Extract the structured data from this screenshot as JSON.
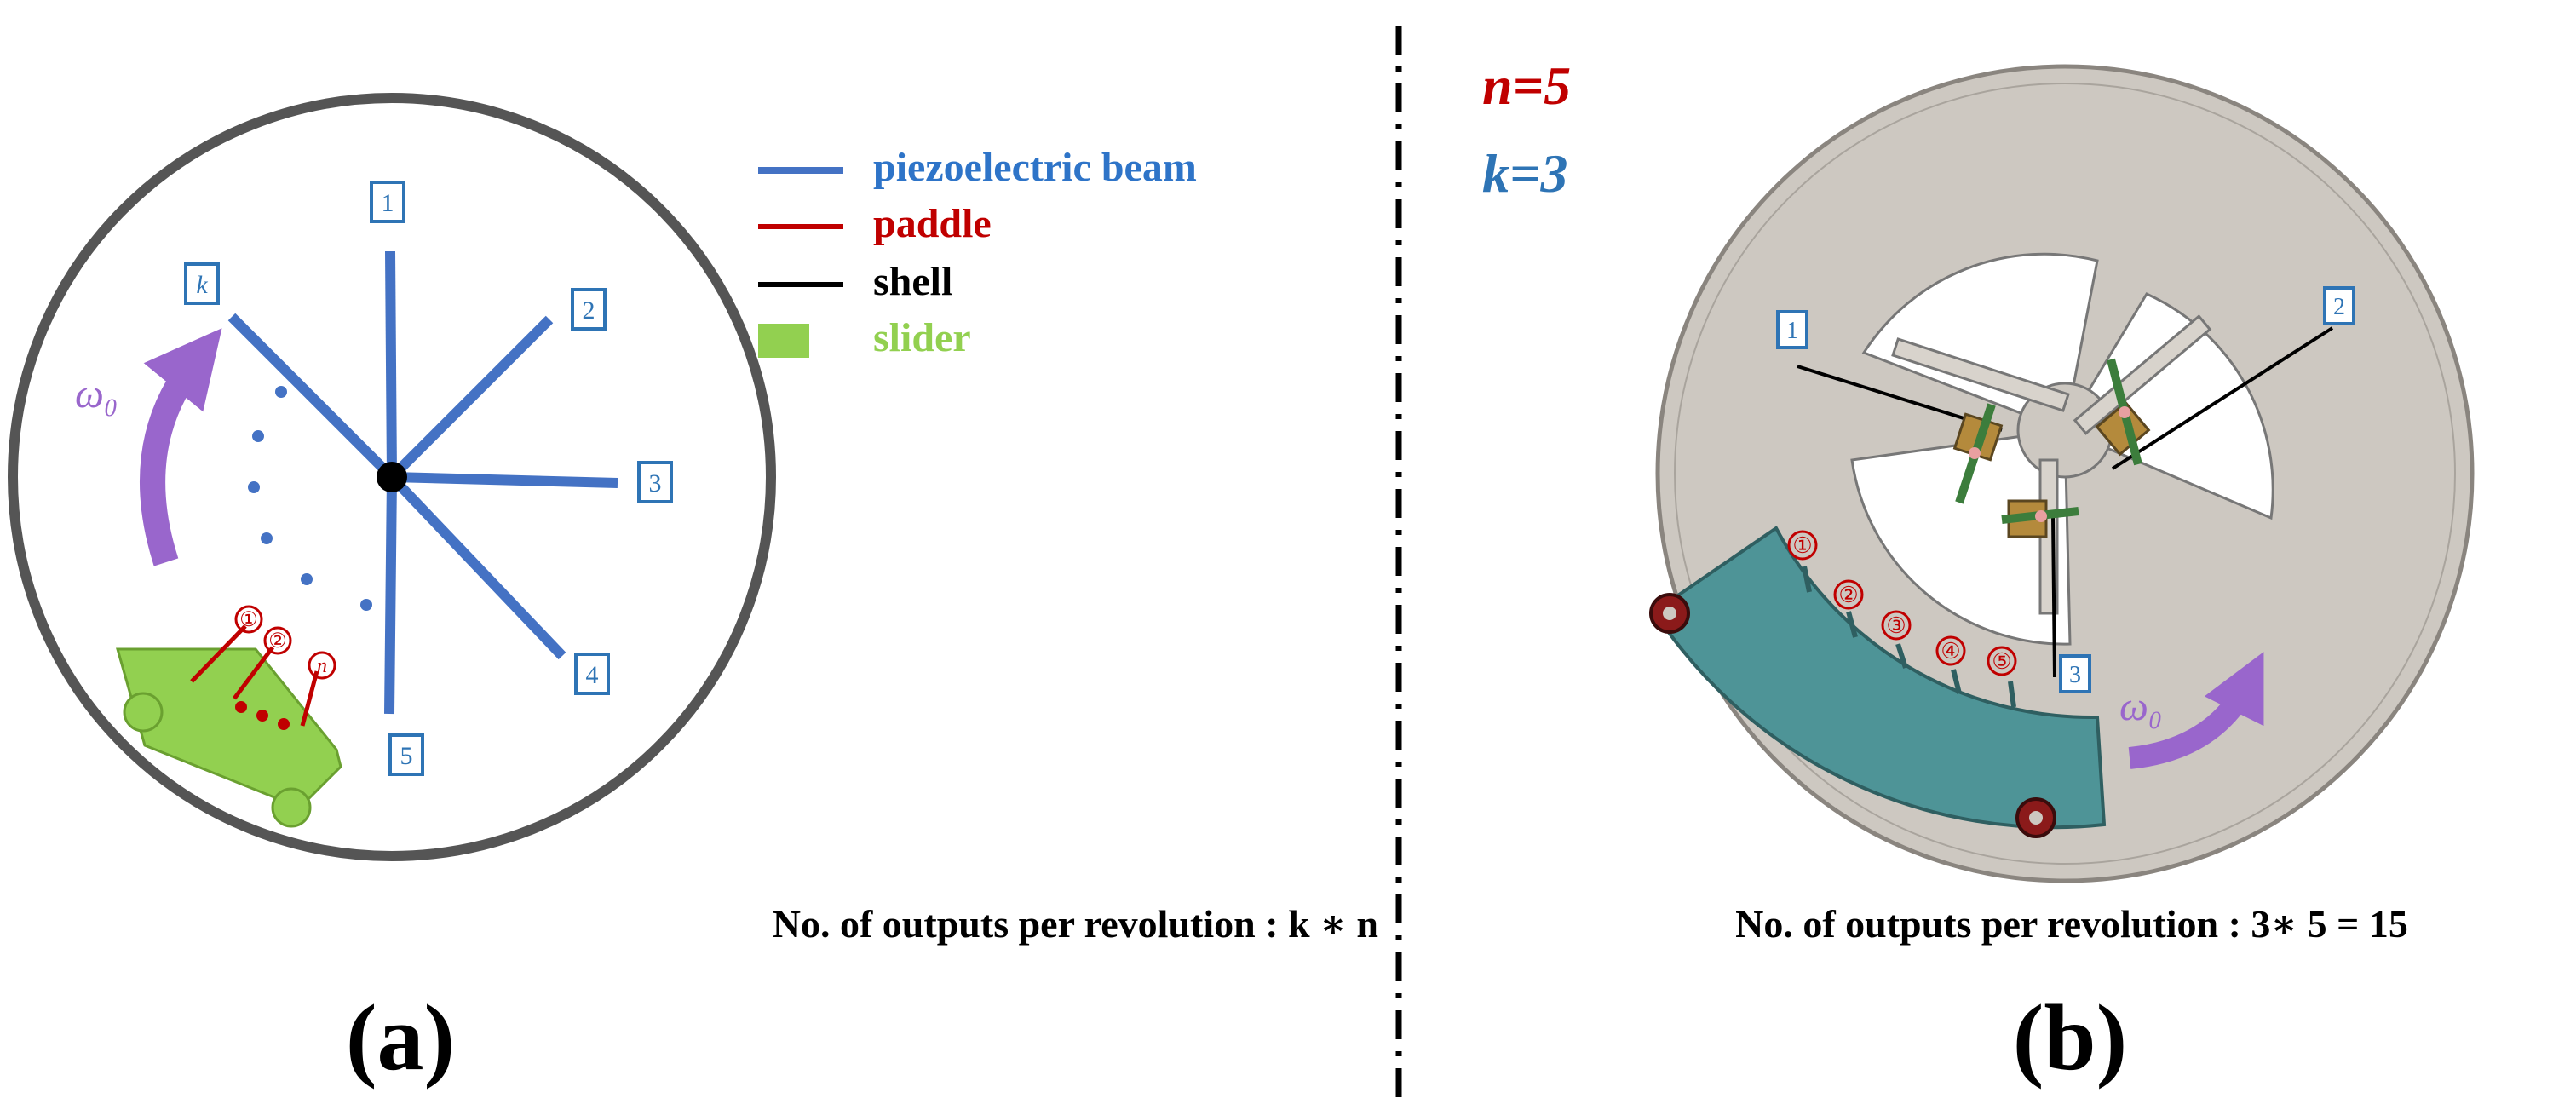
{
  "panel_a": {
    "label": "(a)",
    "beam_labels": [
      "1",
      "2",
      "3",
      "4",
      "5",
      "k"
    ],
    "paddle_labels": [
      "①",
      "②",
      "n"
    ],
    "omega": "ω₀",
    "legend": [
      {
        "name": "piezoelectric-beam",
        "text": "piezoelectric beam",
        "color": "#2e74c8"
      },
      {
        "name": "paddle",
        "text": "paddle",
        "color": "#c00000"
      },
      {
        "name": "shell",
        "text": "shell",
        "color": "#000000"
      },
      {
        "name": "slider",
        "text": "slider",
        "color": "#92d050"
      }
    ],
    "formula": "No. of outputs per revolution : k ∗ n"
  },
  "panel_b": {
    "label": "(b)",
    "n_label": "n=5",
    "k_label": "k=3",
    "beam_labels": [
      "1",
      "2",
      "3"
    ],
    "paddle_labels": [
      "①",
      "②",
      "③",
      "④",
      "⑤"
    ],
    "omega": "ω₀",
    "formula": "No. of outputs per revolution : 3∗ 5 = 15"
  },
  "colors": {
    "beam": "#4472c4",
    "label_blue": "#2e74b5",
    "paddle": "#c00000",
    "slider": "#92d050",
    "slider_b": "#4e9497",
    "housing": "#cdc8c1",
    "arrow": "#9966cc"
  }
}
